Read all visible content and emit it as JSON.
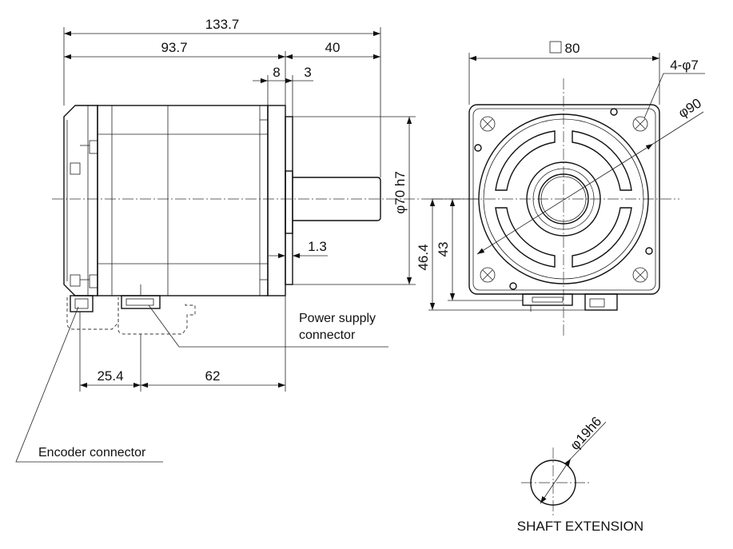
{
  "dimensions": {
    "overall_length": "133.7",
    "body_length": "93.7",
    "shaft_length": "40",
    "flange_thickness": "8",
    "flange_step": "3",
    "pilot_diameter": "φ70 h7",
    "pilot_offset": "1.3",
    "height_to_connector": "46.4",
    "height_to_center": "43",
    "encoder_connector_position": "25.4",
    "power_connector_position": "62",
    "flange_square": "80",
    "mounting_holes": "4-φ7",
    "bolt_circle": "φ90",
    "shaft_diameter": "φ19h6"
  },
  "labels": {
    "power_supply_connector_line1": "Power supply",
    "power_supply_connector_line2": "connector",
    "encoder_connector": "Encoder connector",
    "shaft_extension": "SHAFT EXTENSION"
  },
  "colors": {
    "line": "#111111",
    "background": "#ffffff"
  }
}
